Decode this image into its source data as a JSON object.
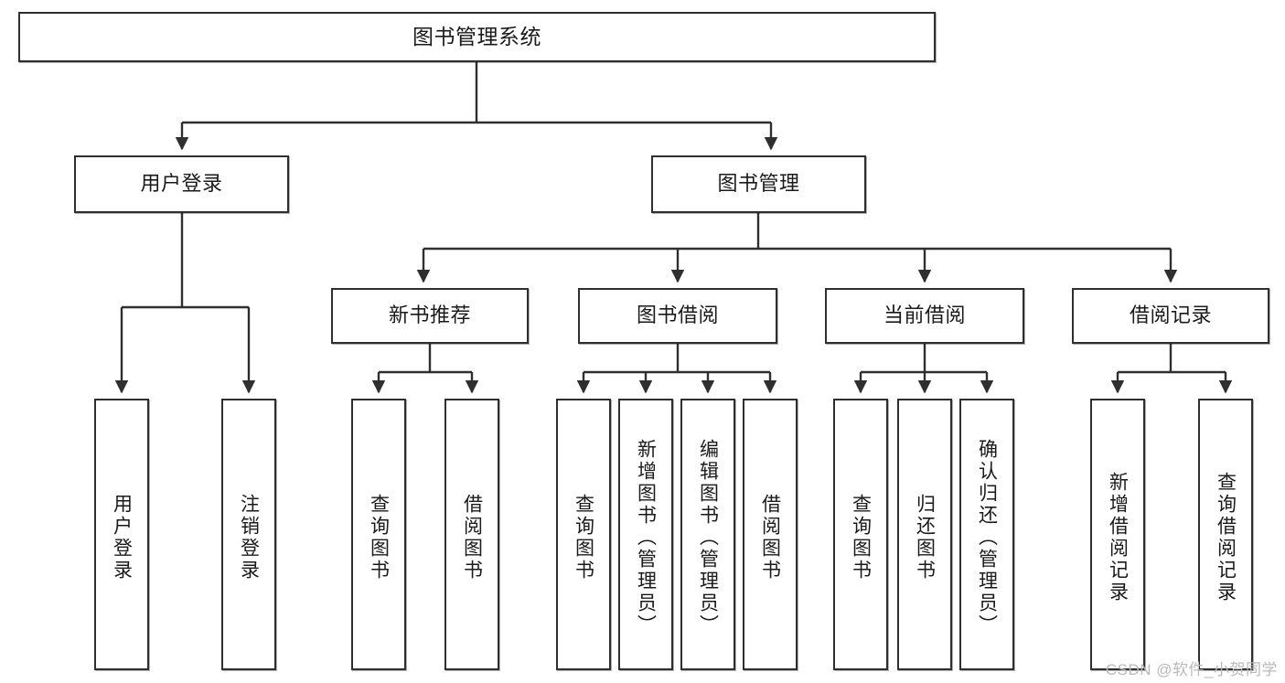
{
  "diagram": {
    "title": "图书管理系统",
    "watermark": "CSDN @软件_小贺同学",
    "levels": {
      "root": {
        "label": "图书管理系统"
      },
      "level2": [
        {
          "id": "user-login",
          "label": "用户登录"
        },
        {
          "id": "book-management",
          "label": "图书管理"
        }
      ],
      "level3": [
        {
          "id": "new-book-recommend",
          "label": "新书推荐"
        },
        {
          "id": "book-borrow",
          "label": "图书借阅"
        },
        {
          "id": "current-borrow",
          "label": "当前借阅"
        },
        {
          "id": "borrow-record",
          "label": "借阅记录"
        }
      ],
      "leaves": [
        {
          "id": "leaf-user-login",
          "label": "用户登录",
          "parent": "user-login"
        },
        {
          "id": "leaf-logout",
          "label": "注销登录",
          "parent": "user-login"
        },
        {
          "id": "leaf-query-book-1",
          "label": "查询图书",
          "parent": "new-book-recommend"
        },
        {
          "id": "leaf-borrow-book-1",
          "label": "借阅图书",
          "parent": "new-book-recommend"
        },
        {
          "id": "leaf-query-book-2",
          "label": "查询图书",
          "parent": "book-borrow"
        },
        {
          "id": "leaf-add-book",
          "label": "新增图书（管理员）",
          "parent": "book-borrow"
        },
        {
          "id": "leaf-edit-book",
          "label": "编辑图书（管理员）",
          "parent": "book-borrow"
        },
        {
          "id": "leaf-borrow-book-2",
          "label": "借阅图书",
          "parent": "book-borrow"
        },
        {
          "id": "leaf-query-book-3",
          "label": "查询图书",
          "parent": "current-borrow"
        },
        {
          "id": "leaf-return-book",
          "label": "归还图书",
          "parent": "current-borrow"
        },
        {
          "id": "leaf-confirm-return",
          "label": "确认归还（管理员）",
          "parent": "current-borrow"
        },
        {
          "id": "leaf-add-record",
          "label": "新增借阅记录",
          "parent": "borrow-record"
        },
        {
          "id": "leaf-query-record",
          "label": "查询借阅记录",
          "parent": "borrow-record"
        }
      ]
    },
    "colors": {
      "stroke": "#2f2f2f",
      "fill": "#ffffff",
      "text": "#1a1a1a",
      "watermark": "#b9b9b9"
    }
  }
}
